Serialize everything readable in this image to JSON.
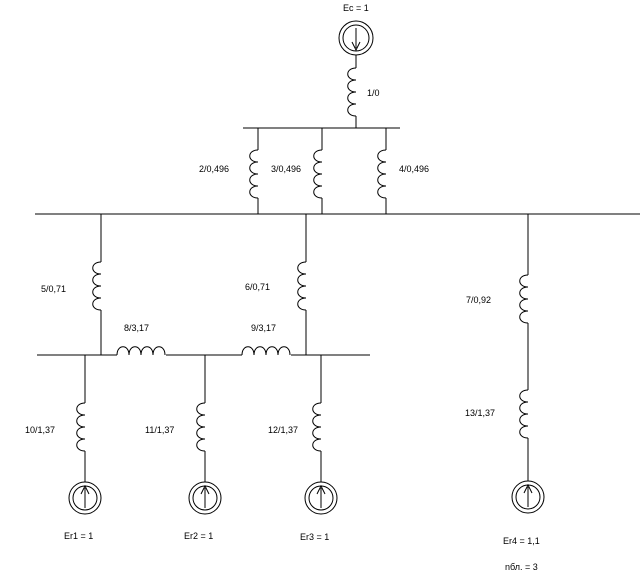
{
  "sources": {
    "ec": "Ec = 1",
    "er1": "Er1 = 1",
    "er2": "Er2 = 1",
    "er3": "Er3 = 1",
    "er4": "Er4 = 1,1"
  },
  "reactances": {
    "x1": "1/0",
    "x2": "2/0,496",
    "x3": "3/0,496",
    "x4": "4/0,496",
    "x5": "5/0,71",
    "x6": "6/0,71",
    "x7": "7/0,92",
    "x8": "8/3,17",
    "x9": "9/3,17",
    "x10": "10/1,37",
    "x11": "11/1,37",
    "x12": "12/1,37",
    "x13": "13/1,37"
  },
  "footer": {
    "nbl": "nбл. = 3"
  }
}
